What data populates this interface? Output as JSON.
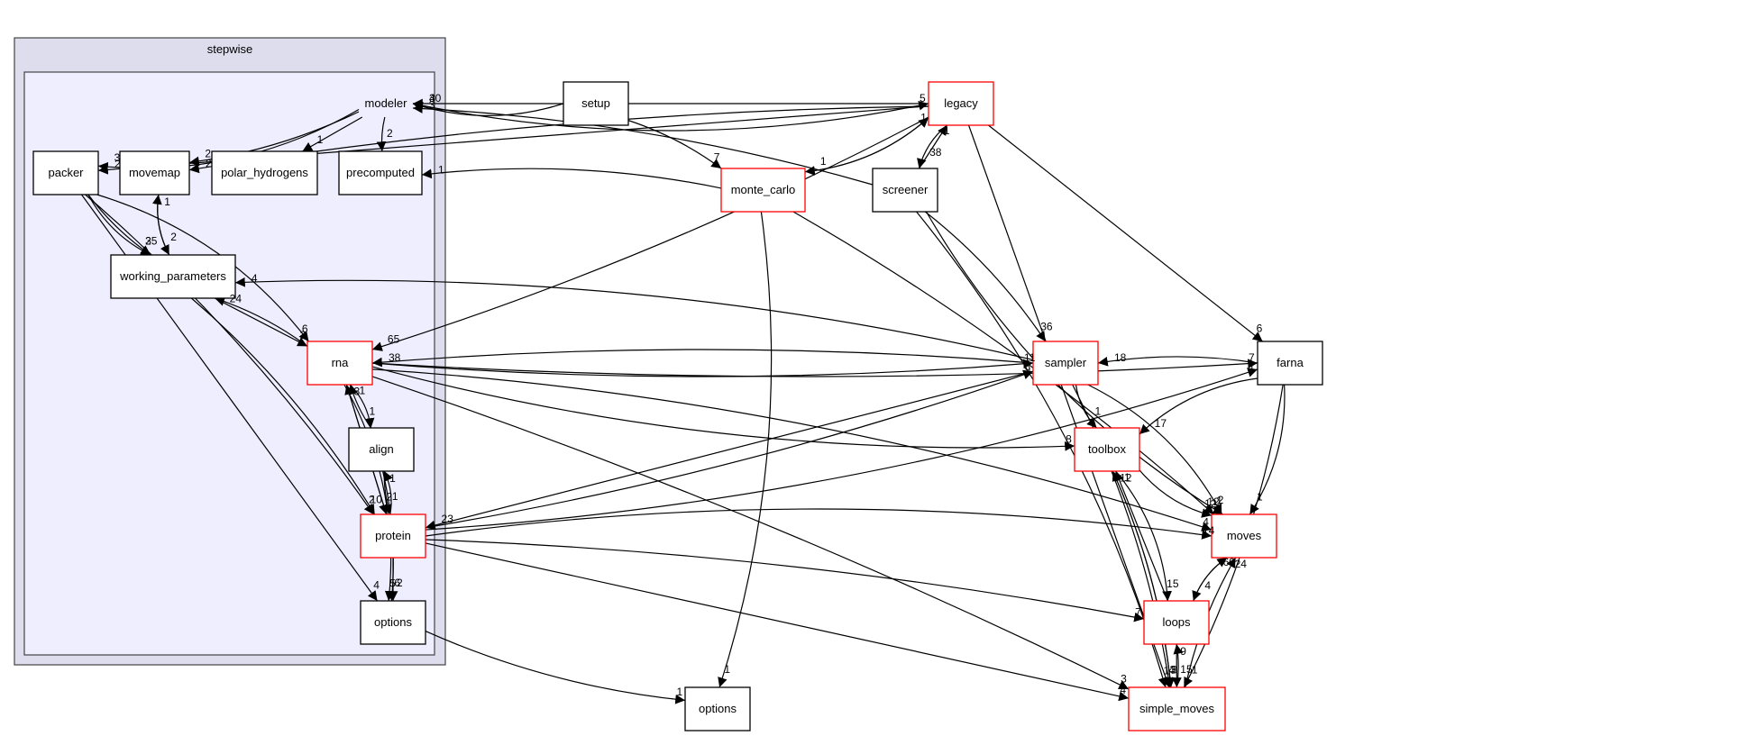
{
  "graph": {
    "outer_cluster": {
      "label": "stepwise"
    },
    "inner_cluster": {
      "label": "modeler"
    },
    "colors": {
      "outer_cluster_fill": "#ddddee",
      "inner_cluster_fill": "#eeeeff",
      "node_fill": "#ffffff",
      "node_border": "#000000",
      "incomplete_node_border": "#ff0000",
      "edge": "#000000"
    },
    "nodes": [
      {
        "id": "packer",
        "label": "packer",
        "red": false,
        "inner": true
      },
      {
        "id": "movemap",
        "label": "movemap",
        "red": false,
        "inner": true
      },
      {
        "id": "polar_hydrogens",
        "label": "polar_hydrogens",
        "red": false,
        "inner": true
      },
      {
        "id": "precomputed",
        "label": "precomputed",
        "red": false,
        "inner": true
      },
      {
        "id": "working_parameters",
        "label": "working_parameters",
        "red": false,
        "inner": true
      },
      {
        "id": "rna",
        "label": "rna",
        "red": true,
        "inner": true
      },
      {
        "id": "align",
        "label": "align",
        "red": false,
        "inner": true
      },
      {
        "id": "protein",
        "label": "protein",
        "red": true,
        "inner": true
      },
      {
        "id": "options_inner",
        "label": "options",
        "red": false,
        "inner": true
      },
      {
        "id": "setup",
        "label": "setup",
        "red": false,
        "inner": false
      },
      {
        "id": "legacy",
        "label": "legacy",
        "red": true,
        "inner": false
      },
      {
        "id": "monte_carlo",
        "label": "monte_carlo",
        "red": true,
        "inner": false
      },
      {
        "id": "screener",
        "label": "screener",
        "red": false,
        "inner": false
      },
      {
        "id": "sampler",
        "label": "sampler",
        "red": true,
        "inner": false
      },
      {
        "id": "farna",
        "label": "farna",
        "red": false,
        "inner": false
      },
      {
        "id": "toolbox",
        "label": "toolbox",
        "red": true,
        "inner": false
      },
      {
        "id": "moves",
        "label": "moves",
        "red": true,
        "inner": false
      },
      {
        "id": "loops",
        "label": "loops",
        "red": true,
        "inner": false
      },
      {
        "id": "simple_moves",
        "label": "simple_moves",
        "red": true,
        "inner": false
      },
      {
        "id": "options_outer",
        "label": "options",
        "red": false,
        "inner": false
      }
    ],
    "edges": [
      {
        "from": "modeler",
        "to": "packer",
        "label": "3"
      },
      {
        "from": "modeler",
        "to": "movemap",
        "label": "2"
      },
      {
        "from": "modeler",
        "to": "polar_hydrogens",
        "label": "1"
      },
      {
        "from": "modeler",
        "to": "precomputed",
        "label": "2"
      },
      {
        "from": "modeler",
        "to": "legacy",
        "label": "5"
      },
      {
        "from": "setup",
        "to": "modeler",
        "label": "4"
      },
      {
        "from": "setup",
        "to": "monte_carlo",
        "label": "7"
      },
      {
        "from": "legacy",
        "to": "packer",
        "label": "2"
      },
      {
        "from": "legacy",
        "to": "movemap",
        "label": "2"
      },
      {
        "from": "legacy",
        "to": "screener",
        "label": "38"
      },
      {
        "from": "legacy",
        "to": "monte_carlo",
        "label": "1"
      },
      {
        "from": "legacy",
        "to": "rna",
        "label": "65"
      },
      {
        "from": "legacy",
        "to": "modeler",
        "label": "30"
      },
      {
        "from": "monte_carlo",
        "to": "precomputed",
        "label": "1"
      },
      {
        "from": "monte_carlo",
        "to": "legacy",
        "label": "1"
      },
      {
        "from": "monte_carlo",
        "to": "options_outer",
        "label": "1"
      },
      {
        "from": "screener",
        "to": "sampler",
        "label": "36"
      },
      {
        "from": "screener",
        "to": "legacy",
        "label": "1"
      },
      {
        "from": "screener",
        "to": "modeler",
        "label": "3"
      },
      {
        "from": "packer",
        "to": "working_parameters",
        "label": "2"
      },
      {
        "from": "packer",
        "to": "rna",
        "label": "6"
      },
      {
        "from": "packer",
        "to": "protein",
        "label": "2"
      },
      {
        "from": "packer",
        "to": "options_inner",
        "label": "4"
      },
      {
        "from": "packer",
        "to": "working_parameters",
        "label": "35"
      },
      {
        "from": "movemap",
        "to": "working_parameters",
        "label": "2"
      },
      {
        "from": "working_parameters",
        "to": "movemap",
        "label": "1"
      },
      {
        "from": "working_parameters",
        "to": "protein",
        "label": "10"
      },
      {
        "from": "working_parameters",
        "to": "rna",
        "label": "2"
      },
      {
        "from": "rna",
        "to": "working_parameters",
        "label": "24"
      },
      {
        "from": "sampler",
        "to": "working_parameters",
        "label": "4"
      },
      {
        "from": "rna",
        "to": "align",
        "label": "1"
      },
      {
        "from": "align",
        "to": "rna",
        "label": "1"
      },
      {
        "from": "protein",
        "to": "rna",
        "label": "3"
      },
      {
        "from": "align",
        "to": "protein",
        "label": "1"
      },
      {
        "from": "protein",
        "to": "align",
        "label": "1"
      },
      {
        "from": "rna",
        "to": "options_inner",
        "label": "5"
      },
      {
        "from": "align",
        "to": "options_inner",
        "label": "6"
      },
      {
        "from": "protein",
        "to": "options_inner",
        "label": "2"
      },
      {
        "from": "rna",
        "to": "sampler",
        "label": "11"
      },
      {
        "from": "rna",
        "to": "toolbox",
        "label": "8"
      },
      {
        "from": "rna",
        "to": "moves",
        "label": "4"
      },
      {
        "from": "rna",
        "to": "simple_moves",
        "label": "3"
      },
      {
        "from": "rna",
        "to": "protein",
        "label": "2"
      },
      {
        "from": "sampler",
        "to": "rna",
        "label": "38"
      },
      {
        "from": "sampler",
        "to": "toolbox",
        "label": "1"
      },
      {
        "from": "sampler",
        "to": "moves",
        "label": "1"
      },
      {
        "from": "sampler",
        "to": "simple_moves",
        "label": "3"
      },
      {
        "from": "sampler",
        "to": "protein",
        "label": "23"
      },
      {
        "from": "farna",
        "to": "sampler",
        "label": "18"
      },
      {
        "from": "farna",
        "to": "toolbox",
        "label": "17"
      },
      {
        "from": "farna",
        "to": "moves",
        "label": "1"
      },
      {
        "from": "farna",
        "to": "simple_moves",
        "label": "1"
      },
      {
        "from": "legacy",
        "to": "farna",
        "label": "6"
      },
      {
        "from": "rna",
        "to": "farna",
        "label": "7"
      },
      {
        "from": "protein",
        "to": "farna",
        "label": "1"
      },
      {
        "from": "protein",
        "to": "moves",
        "label": "14"
      },
      {
        "from": "protein",
        "to": "loops",
        "label": "7"
      },
      {
        "from": "protein",
        "to": "simple_moves",
        "label": "4"
      },
      {
        "from": "protein",
        "to": "sampler",
        "label": "9"
      },
      {
        "from": "toolbox",
        "to": "moves",
        "label": "12"
      },
      {
        "from": "toolbox",
        "to": "loops",
        "label": "15"
      },
      {
        "from": "toolbox",
        "to": "simple_moves",
        "label": "3"
      },
      {
        "from": "loops",
        "to": "toolbox",
        "label": "1"
      },
      {
        "from": "simple_moves",
        "to": "toolbox",
        "label": "12"
      },
      {
        "from": "moves",
        "to": "loops",
        "label": "4"
      },
      {
        "from": "loops",
        "to": "moves",
        "label": "60"
      },
      {
        "from": "simple_moves",
        "to": "moves",
        "label": "24"
      },
      {
        "from": "loops",
        "to": "simple_moves",
        "label": "15"
      },
      {
        "from": "simple_moves",
        "to": "loops",
        "label": "9"
      },
      {
        "from": "screener",
        "to": "moves",
        "label": "2"
      },
      {
        "from": "screener",
        "to": "simple_moves",
        "label": "1"
      },
      {
        "from": "monte_carlo",
        "to": "moves",
        "label": "12"
      },
      {
        "from": "legacy",
        "to": "simple_moves",
        "label": "4"
      },
      {
        "from": "options_inner",
        "to": "options_outer",
        "label": "1"
      }
    ]
  }
}
